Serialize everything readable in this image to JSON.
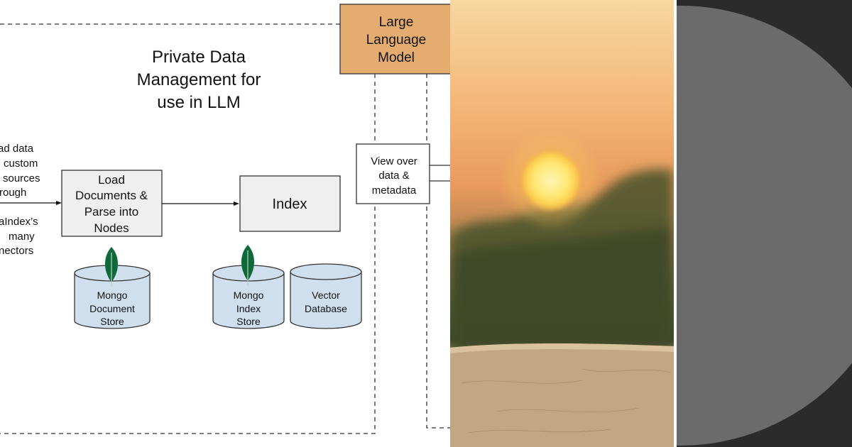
{
  "diagram": {
    "title_lines": [
      "Private Data",
      "Management for",
      "use in LLM"
    ],
    "llm_box_lines": [
      "Large",
      "Language",
      "Model"
    ],
    "source_text_lines": [
      "ad data",
      "custom",
      "sources",
      "rough",
      "",
      "aIndex’s",
      "many",
      "nectors"
    ],
    "load_box_lines": [
      "Load",
      "Documents &",
      "Parse into",
      "Nodes"
    ],
    "index_box_label": "Index",
    "view_box_lines": [
      "View over",
      "data &",
      "metadata"
    ],
    "mongo_document_store_lines": [
      "Mongo",
      "Document",
      "Store"
    ],
    "mongo_index_store_lines": [
      "Mongo",
      "Index",
      "Store"
    ],
    "vector_database_lines": [
      "Vector",
      "Database"
    ]
  },
  "photo": {
    "subject": "blurred sunset over a field, textured stone surface in foreground"
  },
  "colors": {
    "llm_box_fill": "#e4ac6e",
    "box_fill": "#efefef",
    "cylinder_fill": "#cfdfee",
    "mongo_leaf": "#0f6a3a",
    "dark_panel": "#2b2b2b",
    "circle_fill": "#6b6b6b"
  }
}
